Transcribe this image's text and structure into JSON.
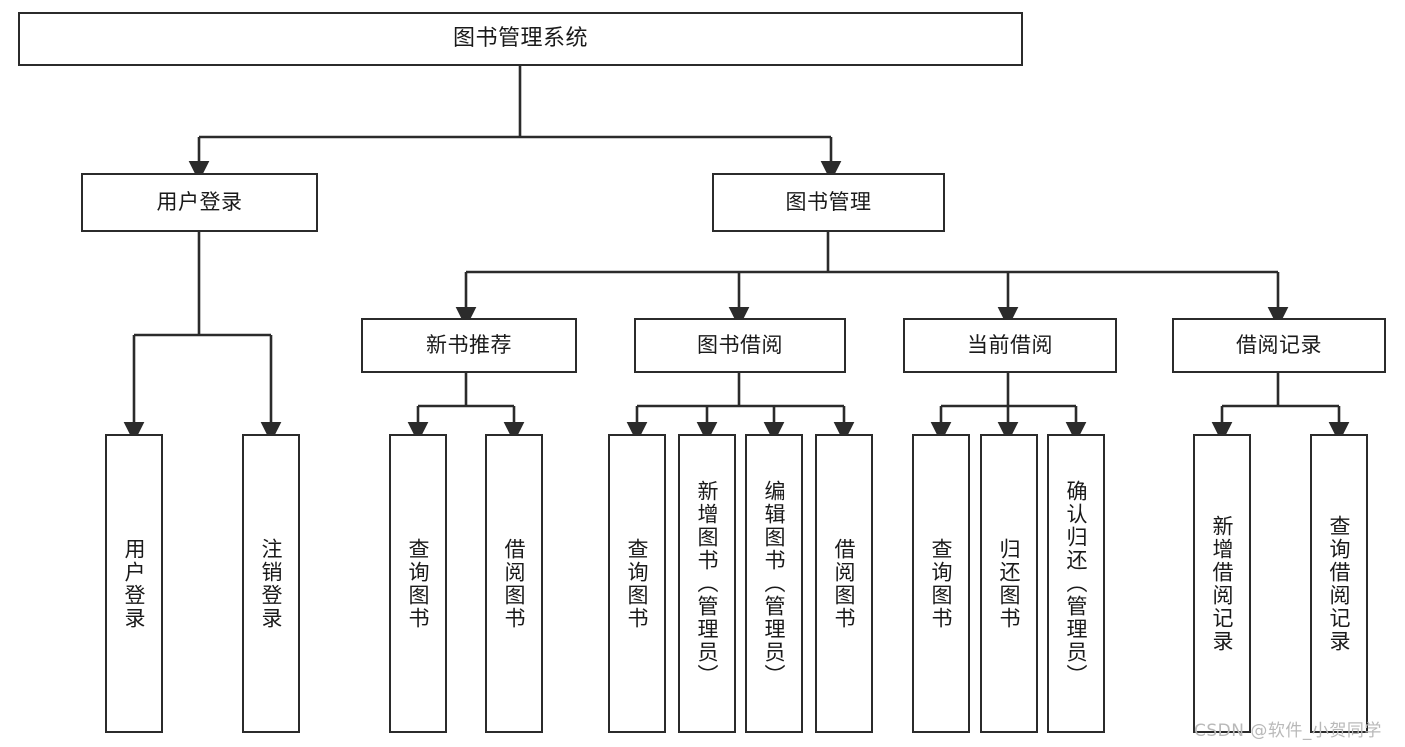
{
  "diagram": {
    "title": "图书管理系统",
    "type": "hierarchy-tree",
    "orientation": "top-down",
    "colors": {
      "stroke": "#2b2b2b",
      "node_fill": "#ffffff",
      "text": "#1a1a1a",
      "background": "#ffffff",
      "watermark": "#b9b9b9"
    }
  },
  "nodes": {
    "root": {
      "label": "图书管理系统",
      "level": 0
    },
    "level1": [
      {
        "id": "user-login",
        "label": "用户登录"
      },
      {
        "id": "book-management",
        "label": "图书管理"
      }
    ],
    "level2": [
      {
        "id": "new-book-recommend",
        "label": "新书推荐",
        "parent": "book-management"
      },
      {
        "id": "book-borrow",
        "label": "图书借阅",
        "parent": "book-management"
      },
      {
        "id": "current-borrow",
        "label": "当前借阅",
        "parent": "book-management"
      },
      {
        "id": "borrow-record",
        "label": "借阅记录",
        "parent": "book-management"
      }
    ],
    "leaves": {
      "user-login": [
        {
          "id": "leaf-user-login",
          "label": "用户登录"
        },
        {
          "id": "leaf-logout-login",
          "label": "注销登录"
        }
      ],
      "new-book-recommend": [
        {
          "id": "leaf-query-book-1",
          "label": "查询图书"
        },
        {
          "id": "leaf-borrow-book-1",
          "label": "借阅图书"
        }
      ],
      "book-borrow": [
        {
          "id": "leaf-query-book-2",
          "label": "查询图书"
        },
        {
          "id": "leaf-add-book-admin",
          "label": "新增图书（管理员）"
        },
        {
          "id": "leaf-edit-book-admin",
          "label": "编辑图书（管理员）"
        },
        {
          "id": "leaf-borrow-book-2",
          "label": "借阅图书"
        }
      ],
      "current-borrow": [
        {
          "id": "leaf-query-book-3",
          "label": "查询图书"
        },
        {
          "id": "leaf-return-book",
          "label": "归还图书"
        },
        {
          "id": "leaf-confirm-return-admin",
          "label": "确认归还（管理员）"
        }
      ],
      "borrow-record": [
        {
          "id": "leaf-add-borrow-record",
          "label": "新增借阅记录"
        },
        {
          "id": "leaf-query-borrow-record",
          "label": "查询借阅记录"
        }
      ]
    }
  },
  "watermark": {
    "text": "CSDN @软件_小贺同学"
  }
}
